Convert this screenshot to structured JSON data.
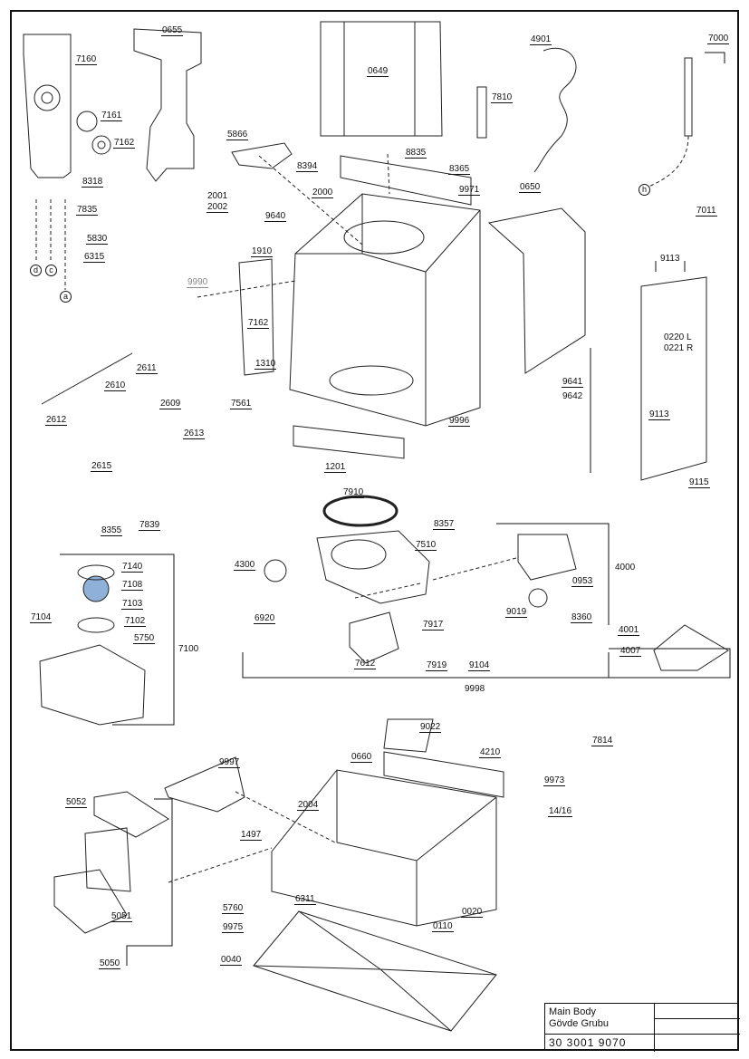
{
  "title_block": {
    "line1": "Main Body",
    "line2": "Gövde Grubu",
    "number": "30 3001 9070"
  },
  "part_labels": [
    "7160",
    "0655",
    "0649",
    "4901",
    "7000",
    "7810",
    "7161",
    "7162",
    "5866",
    "8835",
    "8394",
    "8365",
    "8318",
    "2001",
    "2002",
    "2000",
    "9971",
    "0650",
    "7835",
    "9640",
    "7011",
    "5830",
    "6315",
    "1910",
    "9113",
    "9990",
    "7162",
    "0220 L",
    "0221 R",
    "1310",
    "2611",
    "9641",
    "9642",
    "2610",
    "2609",
    "7561",
    "9996",
    "9113",
    "2612",
    "2613",
    "2615",
    "1201",
    "9115",
    "7910",
    "8355",
    "7839",
    "8357",
    "7510",
    "4000",
    "7140",
    "4300",
    "0953",
    "7108",
    "7103",
    "7104",
    "7102",
    "6920",
    "7917",
    "9019",
    "8360",
    "4001",
    "5750",
    "7100",
    "4007",
    "7612",
    "7919",
    "9104",
    "9998",
    "9022",
    "7814",
    "0660",
    "4210",
    "9997",
    "9973",
    "5052",
    "2004",
    "14/16",
    "1497",
    "5760",
    "6311",
    "0020",
    "5051",
    "9975",
    "0110",
    "5050",
    "0040"
  ],
  "callouts": [
    "d",
    "c",
    "a",
    "h"
  ]
}
